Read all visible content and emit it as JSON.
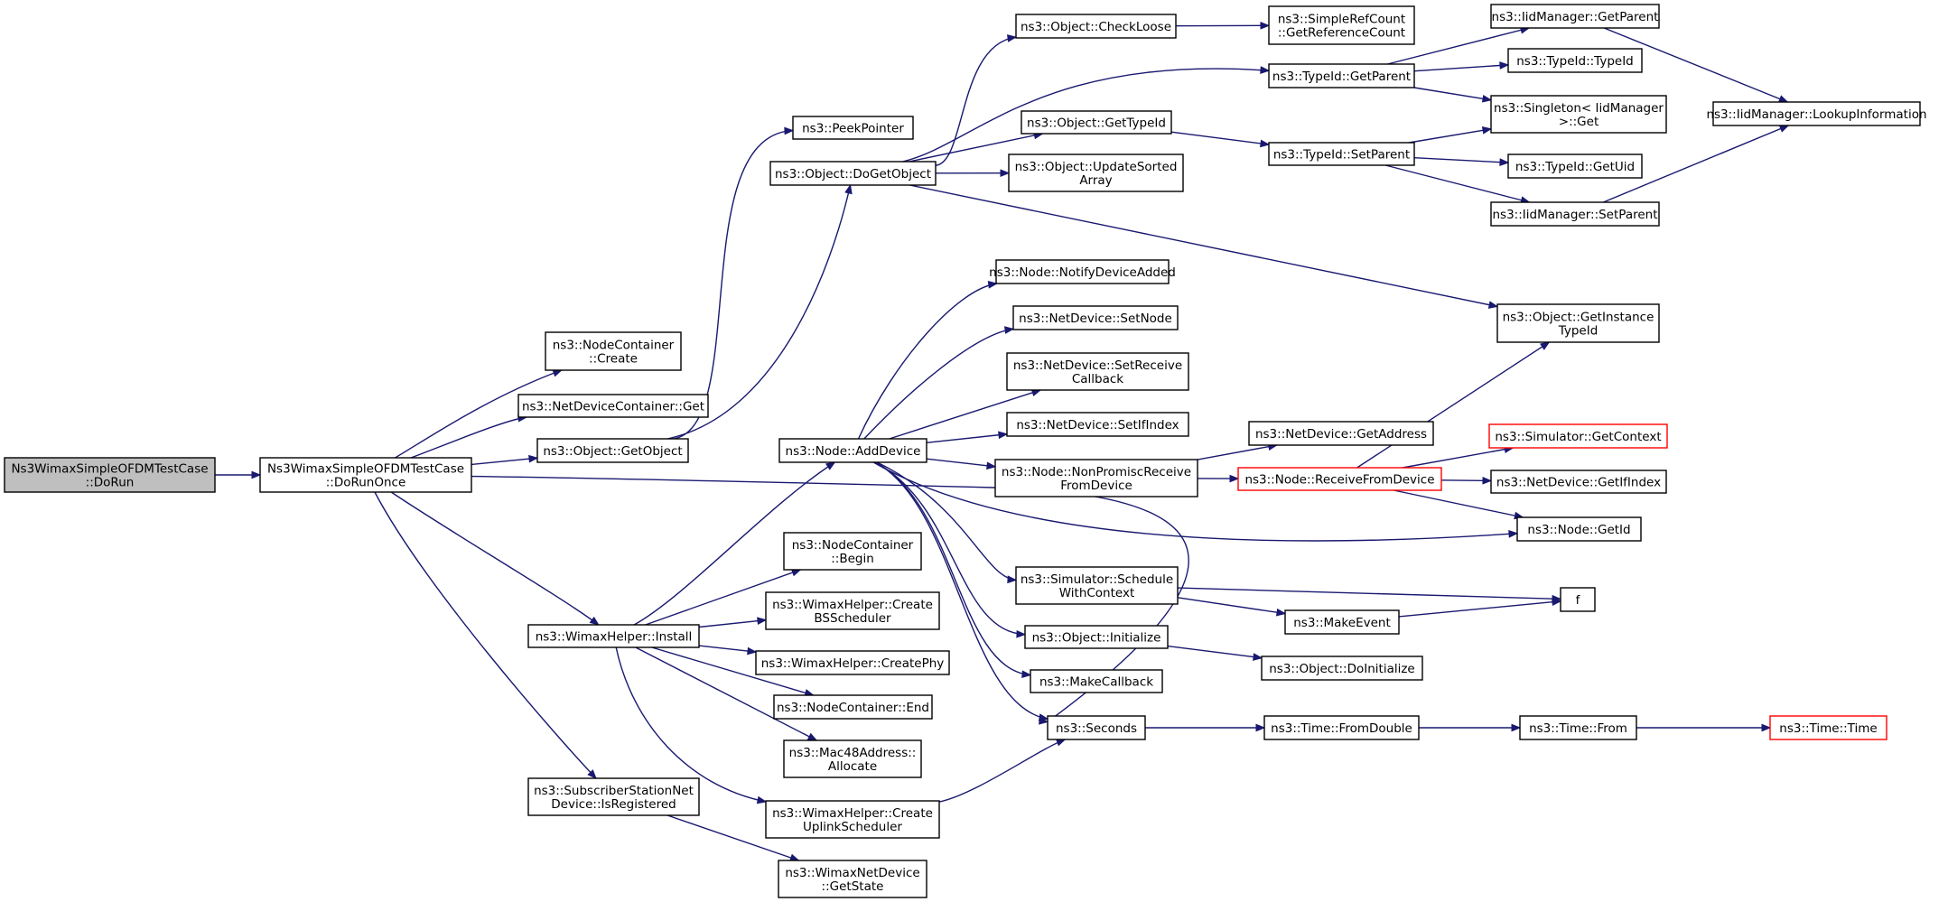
{
  "diagram": {
    "colors": {
      "edge": "#191970",
      "highlight_border": "#ff0000",
      "root_fill": "#bfbfbf",
      "node_border": "#000000"
    },
    "nodes": [
      {
        "id": "doRun",
        "lines": [
          "Ns3WimaxSimpleOFDMTestCase",
          "::DoRun"
        ],
        "style": "root"
      },
      {
        "id": "doRunOnce",
        "lines": [
          "Ns3WimaxSimpleOFDMTestCase",
          "::DoRunOnce"
        ]
      },
      {
        "id": "ncCreate",
        "lines": [
          "ns3::NodeContainer",
          "::Create"
        ]
      },
      {
        "id": "ndcGet",
        "lines": [
          "ns3::NetDeviceContainer::Get"
        ]
      },
      {
        "id": "getObject",
        "lines": [
          "ns3::Object::GetObject"
        ]
      },
      {
        "id": "wimaxInstall",
        "lines": [
          "ns3::WimaxHelper::Install"
        ]
      },
      {
        "id": "ssIsRegistered",
        "lines": [
          "ns3::SubscriberStationNet",
          "Device::IsRegistered"
        ]
      },
      {
        "id": "peekPointer",
        "lines": [
          "ns3::PeekPointer"
        ]
      },
      {
        "id": "doGetObject",
        "lines": [
          "ns3::Object::DoGetObject"
        ]
      },
      {
        "id": "checkLoose",
        "lines": [
          "ns3::Object::CheckLoose"
        ]
      },
      {
        "id": "getTypeId",
        "lines": [
          "ns3::Object::GetTypeId"
        ]
      },
      {
        "id": "updateSorted",
        "lines": [
          "ns3::Object::UpdateSorted",
          "Array"
        ]
      },
      {
        "id": "srcGetRef",
        "lines": [
          "ns3::SimpleRefCount",
          "::GetReferenceCount"
        ]
      },
      {
        "id": "typeIdGetParent",
        "lines": [
          "ns3::TypeId::GetParent"
        ]
      },
      {
        "id": "typeIdSetParent",
        "lines": [
          "ns3::TypeId::SetParent"
        ]
      },
      {
        "id": "iidGetParent",
        "lines": [
          "ns3::IidManager::GetParent"
        ]
      },
      {
        "id": "typeIdTypeId",
        "lines": [
          "ns3::TypeId::TypeId"
        ]
      },
      {
        "id": "singletonGet",
        "lines": [
          "ns3::Singleton< IidManager",
          ">::Get"
        ]
      },
      {
        "id": "typeIdGetUid",
        "lines": [
          "ns3::TypeId::GetUid"
        ]
      },
      {
        "id": "iidSetParent",
        "lines": [
          "ns3::IidManager::SetParent"
        ]
      },
      {
        "id": "iidLookup",
        "lines": [
          "ns3::IidManager::LookupInformation"
        ]
      },
      {
        "id": "getInstanceTypeId",
        "lines": [
          "ns3::Object::GetInstance",
          "TypeId"
        ]
      },
      {
        "id": "nodeAddDevice",
        "lines": [
          "ns3::Node::AddDevice"
        ]
      },
      {
        "id": "notifyDeviceAdded",
        "lines": [
          "ns3::Node::NotifyDeviceAdded"
        ]
      },
      {
        "id": "ndSetNode",
        "lines": [
          "ns3::NetDevice::SetNode"
        ]
      },
      {
        "id": "ndSetReceiveCb",
        "lines": [
          "ns3::NetDevice::SetReceive",
          "Callback"
        ]
      },
      {
        "id": "ndSetIfIndex",
        "lines": [
          "ns3::NetDevice::SetIfIndex"
        ]
      },
      {
        "id": "nonPromisc",
        "lines": [
          "ns3::Node::NonPromiscReceive",
          "FromDevice"
        ]
      },
      {
        "id": "ndGetAddress",
        "lines": [
          "ns3::NetDevice::GetAddress"
        ]
      },
      {
        "id": "receiveFromDevice",
        "lines": [
          "ns3::Node::ReceiveFromDevice"
        ],
        "style": "red"
      },
      {
        "id": "simGetContext",
        "lines": [
          "ns3::Simulator::GetContext"
        ],
        "style": "red"
      },
      {
        "id": "ndGetIfIndex",
        "lines": [
          "ns3::NetDevice::GetIfIndex"
        ]
      },
      {
        "id": "nodeGetId",
        "lines": [
          "ns3::Node::GetId"
        ]
      },
      {
        "id": "simSchedule",
        "lines": [
          "ns3::Simulator::Schedule",
          "WithContext"
        ]
      },
      {
        "id": "fFunc",
        "lines": [
          "f"
        ]
      },
      {
        "id": "makeEvent",
        "lines": [
          "ns3::MakeEvent"
        ]
      },
      {
        "id": "objInitialize",
        "lines": [
          "ns3::Object::Initialize"
        ]
      },
      {
        "id": "objDoInitialize",
        "lines": [
          "ns3::Object::DoInitialize"
        ]
      },
      {
        "id": "makeCallback",
        "lines": [
          "ns3::MakeCallback"
        ]
      },
      {
        "id": "seconds",
        "lines": [
          "ns3::Seconds"
        ]
      },
      {
        "id": "timeFromDouble",
        "lines": [
          "ns3::Time::FromDouble"
        ]
      },
      {
        "id": "timeFrom",
        "lines": [
          "ns3::Time::From"
        ]
      },
      {
        "id": "timeTime",
        "lines": [
          "ns3::Time::Time"
        ],
        "style": "red"
      },
      {
        "id": "ncBegin",
        "lines": [
          "ns3::NodeContainer",
          "::Begin"
        ]
      },
      {
        "id": "whCreateBS",
        "lines": [
          "ns3::WimaxHelper::Create",
          "BSScheduler"
        ]
      },
      {
        "id": "whCreatePhy",
        "lines": [
          "ns3::WimaxHelper::CreatePhy"
        ]
      },
      {
        "id": "ncEnd",
        "lines": [
          "ns3::NodeContainer::End"
        ]
      },
      {
        "id": "mac48Allocate",
        "lines": [
          "ns3::Mac48Address::",
          "Allocate"
        ]
      },
      {
        "id": "whCreateUplink",
        "lines": [
          "ns3::WimaxHelper::Create",
          "UplinkScheduler"
        ]
      },
      {
        "id": "wndGetState",
        "lines": [
          "ns3::WimaxNetDevice",
          "::GetState"
        ]
      }
    ],
    "edges": [
      [
        "doRun",
        "doRunOnce"
      ],
      [
        "doRunOnce",
        "ncCreate"
      ],
      [
        "doRunOnce",
        "ndcGet"
      ],
      [
        "doRunOnce",
        "getObject"
      ],
      [
        "doRunOnce",
        "seconds"
      ],
      [
        "doRunOnce",
        "wimaxInstall"
      ],
      [
        "doRunOnce",
        "ssIsRegistered"
      ],
      [
        "getObject",
        "peekPointer"
      ],
      [
        "getObject",
        "doGetObject"
      ],
      [
        "doGetObject",
        "checkLoose"
      ],
      [
        "doGetObject",
        "typeIdGetParent"
      ],
      [
        "doGetObject",
        "getTypeId"
      ],
      [
        "doGetObject",
        "updateSorted"
      ],
      [
        "doGetObject",
        "getInstanceTypeId"
      ],
      [
        "checkLoose",
        "srcGetRef"
      ],
      [
        "typeIdGetParent",
        "iidGetParent"
      ],
      [
        "typeIdGetParent",
        "typeIdTypeId"
      ],
      [
        "typeIdGetParent",
        "singletonGet"
      ],
      [
        "getTypeId",
        "typeIdSetParent"
      ],
      [
        "typeIdSetParent",
        "singletonGet"
      ],
      [
        "typeIdSetParent",
        "typeIdGetUid"
      ],
      [
        "typeIdSetParent",
        "iidSetParent"
      ],
      [
        "iidGetParent",
        "iidLookup"
      ],
      [
        "iidSetParent",
        "iidLookup"
      ],
      [
        "wimaxInstall",
        "nodeAddDevice"
      ],
      [
        "wimaxInstall",
        "ncBegin"
      ],
      [
        "wimaxInstall",
        "whCreateBS"
      ],
      [
        "wimaxInstall",
        "whCreatePhy"
      ],
      [
        "wimaxInstall",
        "ncEnd"
      ],
      [
        "wimaxInstall",
        "mac48Allocate"
      ],
      [
        "wimaxInstall",
        "whCreateUplink"
      ],
      [
        "nodeAddDevice",
        "notifyDeviceAdded"
      ],
      [
        "nodeAddDevice",
        "ndSetNode"
      ],
      [
        "nodeAddDevice",
        "ndSetReceiveCb"
      ],
      [
        "nodeAddDevice",
        "ndSetIfIndex"
      ],
      [
        "nodeAddDevice",
        "nonPromisc"
      ],
      [
        "nodeAddDevice",
        "nodeGetId"
      ],
      [
        "nodeAddDevice",
        "simSchedule"
      ],
      [
        "nodeAddDevice",
        "objInitialize"
      ],
      [
        "nodeAddDevice",
        "makeCallback"
      ],
      [
        "nodeAddDevice",
        "seconds"
      ],
      [
        "nonPromisc",
        "ndGetAddress"
      ],
      [
        "nonPromisc",
        "receiveFromDevice"
      ],
      [
        "receiveFromDevice",
        "getInstanceTypeId"
      ],
      [
        "receiveFromDevice",
        "simGetContext"
      ],
      [
        "receiveFromDevice",
        "ndGetIfIndex"
      ],
      [
        "receiveFromDevice",
        "nodeGetId"
      ],
      [
        "simSchedule",
        "fFunc"
      ],
      [
        "simSchedule",
        "makeEvent"
      ],
      [
        "makeEvent",
        "fFunc"
      ],
      [
        "objInitialize",
        "objDoInitialize"
      ],
      [
        "seconds",
        "timeFromDouble"
      ],
      [
        "timeFromDouble",
        "timeFrom"
      ],
      [
        "timeFrom",
        "timeTime"
      ],
      [
        "whCreateUplink",
        "seconds"
      ],
      [
        "ssIsRegistered",
        "wndGetState"
      ]
    ]
  }
}
